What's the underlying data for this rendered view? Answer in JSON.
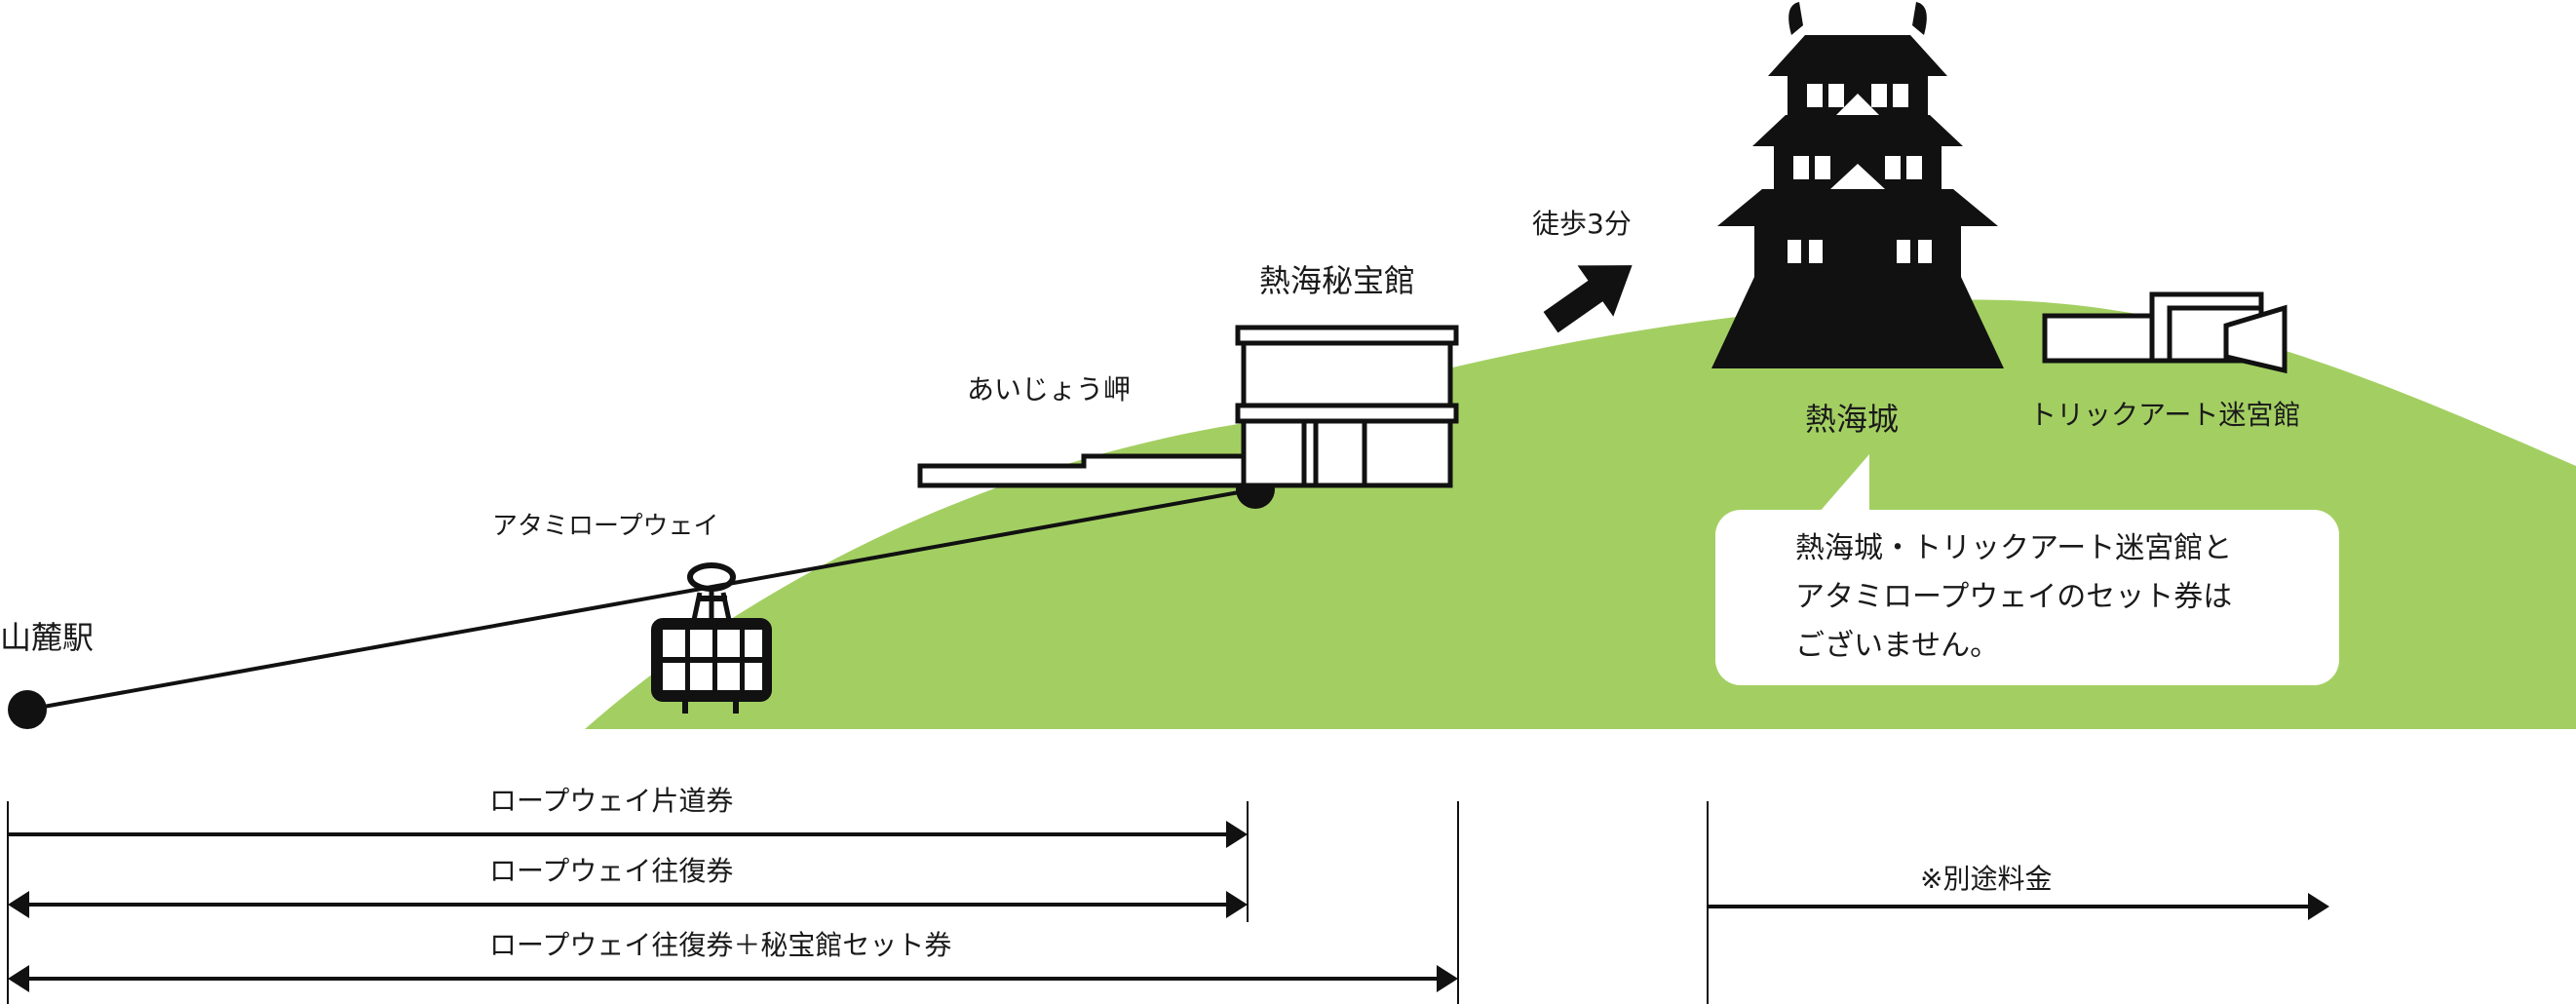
{
  "labels": {
    "sanroku_station": "山麓駅",
    "ropeway": "アタミロープウェイ",
    "aijo_misaki": "あいじょう岬",
    "hihoukan": "熱海秘宝館",
    "walk": "徒歩3分",
    "atami_castle": "熱海城",
    "trick_art": "トリックアート迷宮館"
  },
  "notice": {
    "line1": "熱海城・トリックアート迷宮館と",
    "line2": "アタミロープウェイのセット券は",
    "line3": "ございません。"
  },
  "tickets": {
    "one_way": "ロープウェイ片道券",
    "round_trip": "ロープウェイ往復券",
    "set_ticket": "ロープウェイ往復券＋秘宝館セット券",
    "separate_fee": "※別途料金"
  },
  "colors": {
    "hill": "#a3cf62",
    "ink": "#111111",
    "bubble": "#ffffff"
  },
  "icons": {
    "gondola": "gondola-icon",
    "castle": "castle-icon",
    "arrow": "walk-arrow-icon"
  }
}
